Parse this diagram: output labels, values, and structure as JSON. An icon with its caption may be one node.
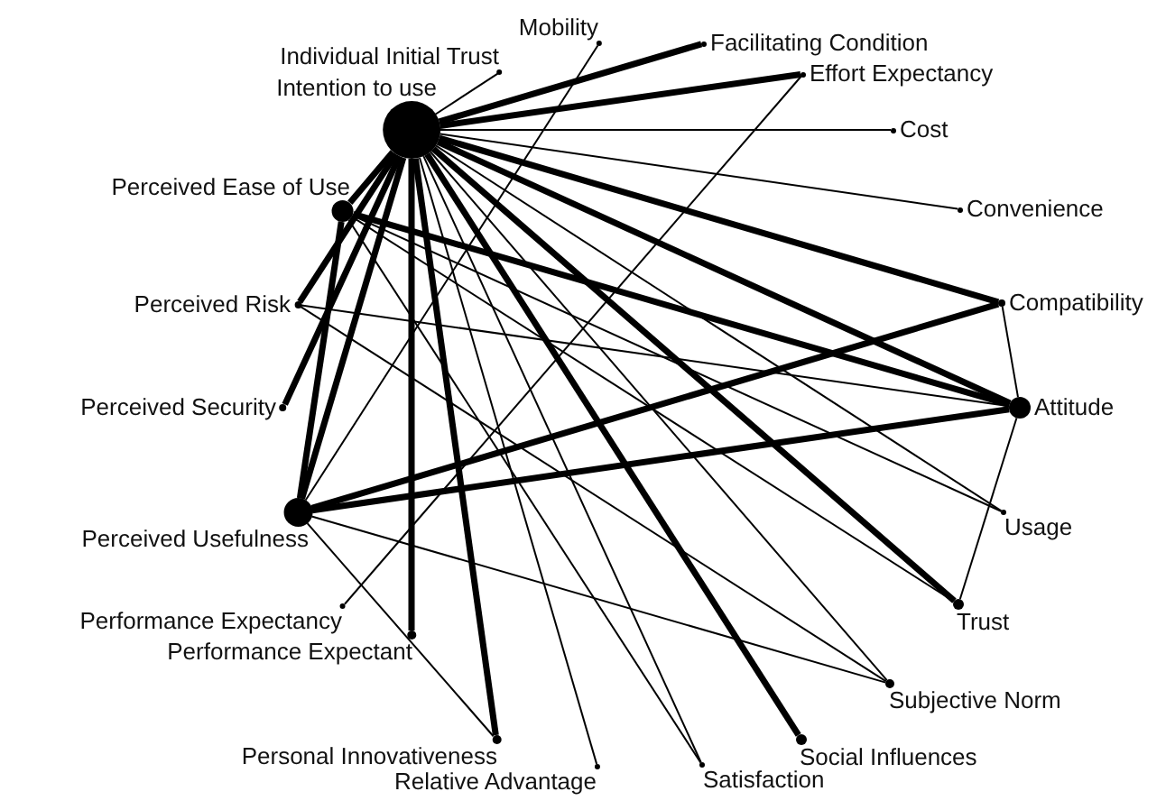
{
  "diagram": {
    "nodes": [
      {
        "text": [
          "Intention to use"
        ]
      },
      {
        "text": [
          "Individual Initial Trust"
        ]
      },
      {
        "text": [
          "Mobility"
        ]
      },
      {
        "text": [
          "Facilitating Condition"
        ]
      },
      {
        "text": [
          "Effort Expectancy"
        ]
      },
      {
        "text": [
          "Cost"
        ]
      },
      {
        "text": [
          "Convenience"
        ]
      },
      {
        "text": [
          "Compatibility"
        ]
      },
      {
        "text": [
          "Attitude"
        ]
      },
      {
        "text": [
          "Usage"
        ]
      },
      {
        "text": [
          "Trust"
        ]
      },
      {
        "text": [
          "Subjective Norm"
        ]
      },
      {
        "text": [
          "Social Influences"
        ]
      },
      {
        "text": [
          "Satisfaction"
        ]
      },
      {
        "text": [
          "Relative Advantage"
        ]
      },
      {
        "text": [
          "Personal Innovativeness"
        ]
      },
      {
        "text": [
          "Performance Expectant"
        ]
      },
      {
        "text": [
          "Performance Expectancy"
        ]
      },
      {
        "text": [
          "Perceived Usefulness"
        ]
      },
      {
        "text": [
          "Perceived Security"
        ]
      },
      {
        "text": [
          "Perceived Risk"
        ]
      },
      {
        "text": [
          "Perceived Ease of Use"
        ]
      }
    ],
    "edges": [
      {
        "from": 0,
        "to": 1,
        "arrow": "none"
      },
      {
        "from": 0,
        "to": 3,
        "arrow": "none",
        "style": "thick"
      },
      {
        "from": 0,
        "to": 4,
        "arrow": "none",
        "style": "thick"
      },
      {
        "from": 0,
        "to": 5,
        "arrow": "none"
      },
      {
        "from": 0,
        "to": 6,
        "arrow": "none"
      },
      {
        "from": 0,
        "to": 7,
        "arrow": "none",
        "style": "thick"
      },
      {
        "from": 0,
        "to": 8,
        "arrow": "none",
        "style": "thick"
      },
      {
        "from": 0,
        "to": 9,
        "arrow": "none"
      },
      {
        "from": 0,
        "to": 10,
        "arrow": "none",
        "style": "thick"
      },
      {
        "from": 0,
        "to": 11,
        "arrow": "none"
      },
      {
        "from": 0,
        "to": 12,
        "arrow": "none",
        "style": "thick"
      },
      {
        "from": 0,
        "to": 13,
        "arrow": "none"
      },
      {
        "from": 0,
        "to": 14,
        "arrow": "none"
      },
      {
        "from": 0,
        "to": 15,
        "arrow": "none",
        "style": "thick"
      },
      {
        "from": 0,
        "to": 16,
        "arrow": "none",
        "style": "thick"
      },
      {
        "from": 0,
        "to": 18,
        "arrow": "none",
        "style": "thick"
      },
      {
        "from": 0,
        "to": 19,
        "arrow": "none",
        "style": "thick"
      },
      {
        "from": 0,
        "to": 20,
        "arrow": "none",
        "style": "thick"
      },
      {
        "from": 0,
        "to": 21,
        "arrow": "none",
        "style": "thick"
      },
      {
        "from": 2,
        "to": 18,
        "arrow": "none"
      },
      {
        "from": 4,
        "to": 17,
        "arrow": "none"
      },
      {
        "from": 7,
        "to": 18,
        "arrow": "none",
        "style": "thick"
      },
      {
        "from": 8,
        "to": 18,
        "arrow": "none",
        "style": "thick"
      },
      {
        "from": 21,
        "to": 8,
        "arrow": "none",
        "style": "thick"
      },
      {
        "from": 21,
        "to": 9,
        "arrow": "none"
      },
      {
        "from": 21,
        "to": 10,
        "arrow": "none"
      },
      {
        "from": 21,
        "to": 13,
        "arrow": "none"
      },
      {
        "from": 21,
        "to": 18,
        "arrow": "none",
        "style": "thick"
      },
      {
        "from": 20,
        "to": 8,
        "arrow": "none"
      },
      {
        "from": 20,
        "to": 11,
        "arrow": "none"
      },
      {
        "from": 18,
        "to": 11,
        "arrow": "none"
      },
      {
        "from": 18,
        "to": 15,
        "arrow": "none"
      },
      {
        "from": 7,
        "to": 8,
        "arrow": "none"
      },
      {
        "from": 8,
        "to": 10,
        "arrow": "none"
      }
    ]
  }
}
